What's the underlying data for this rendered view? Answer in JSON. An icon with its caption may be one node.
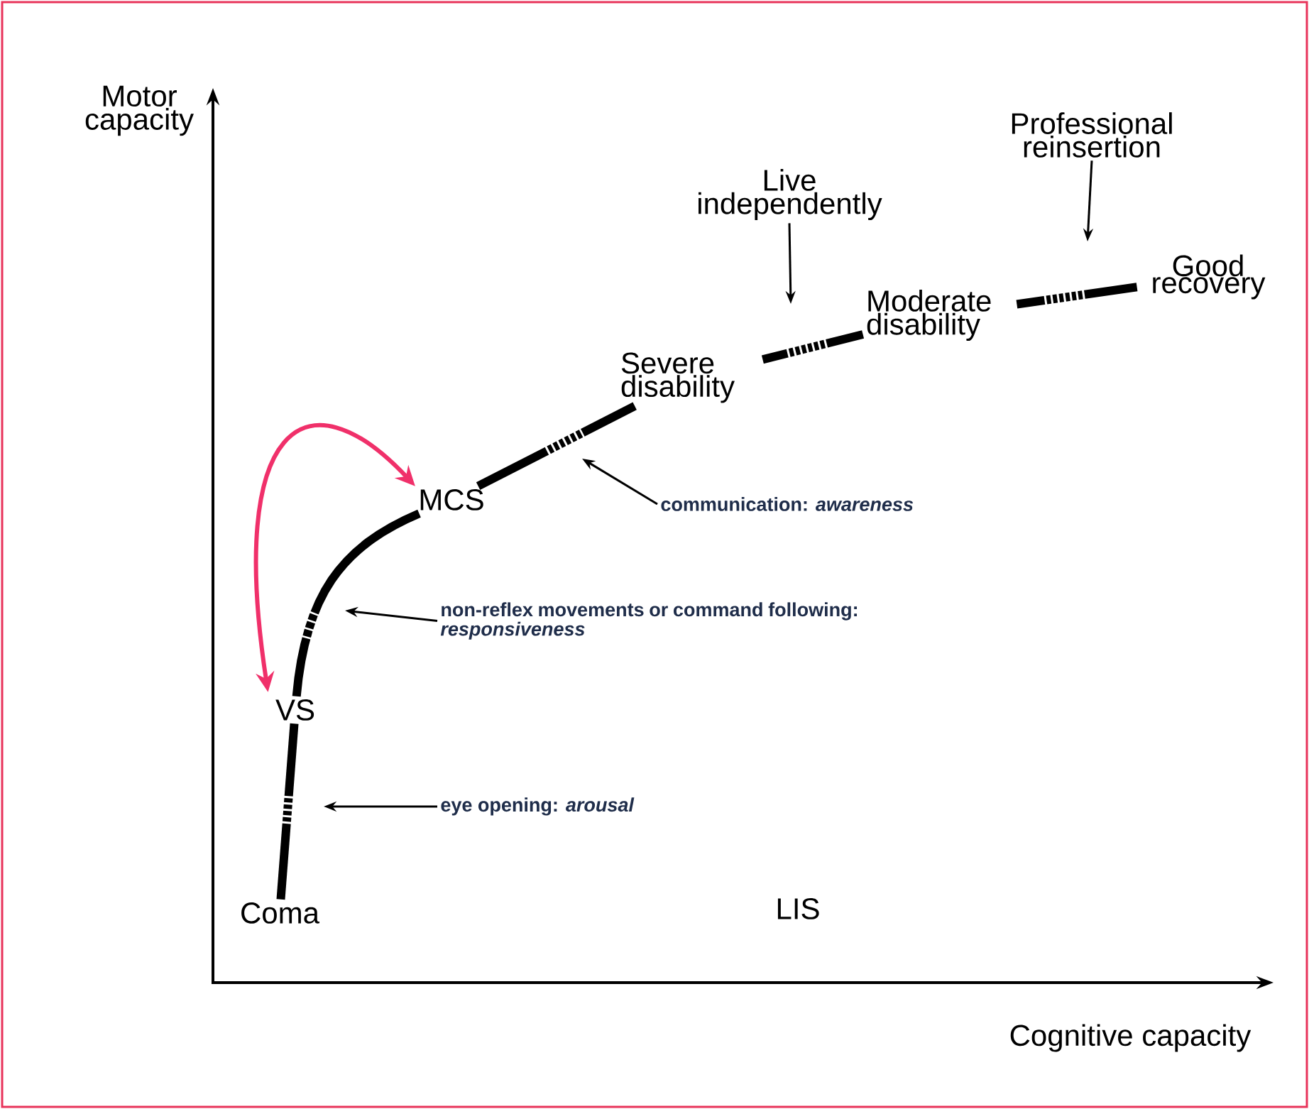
{
  "diagram": {
    "nodes": [
      {
        "text": [
          "Coma"
        ]
      },
      {
        "text": [
          "VS"
        ]
      },
      {
        "text": [
          "MCS"
        ]
      },
      {
        "text": [
          "Severe disability"
        ]
      },
      {
        "text": [
          "Moderate disability"
        ]
      },
      {
        "text": [
          "Good recovery"
        ]
      },
      {
        "text": [
          "eye opening: *arousal*"
        ]
      },
      {
        "text": [
          "non-reflex movements or command following: *responsiveness*"
        ]
      },
      {
        "text": [
          "communication: *awareness*"
        ]
      },
      {
        "text": [
          "Live independently"
        ]
      },
      {
        "text": [
          "Professional reinsertion"
        ]
      }
    ],
    "edges": [
      {
        "from": 0,
        "to": 1,
        "arrow": "none",
        "style": "thick"
      },
      {
        "from": 1,
        "to": 2,
        "arrow": "none",
        "style": "thick"
      },
      {
        "from": 2,
        "to": 3,
        "arrow": "none",
        "style": "thick"
      },
      {
        "from": 3,
        "to": 4,
        "arrow": "none",
        "style": "thick"
      },
      {
        "from": 4,
        "to": 5,
        "arrow": "none",
        "style": "thick"
      },
      {
        "from": 6,
        "to": null,
        "arrow": "to"
      },
      {
        "from": 7,
        "to": null,
        "arrow": "to"
      },
      {
        "from": 8,
        "to": null,
        "arrow": "to"
      },
      {
        "from": 9,
        "to": null,
        "arrow": "to"
      },
      {
        "from": 10,
        "to": null,
        "arrow": "to"
      },
      {
        "from": 1,
        "to": 2,
        "arrow": "both",
        "color": "#f0306a"
      }
    ],
    "labels": [
      "Motor capacity",
      "LIS",
      "Cognitive capacity"
    ]
  }
}
